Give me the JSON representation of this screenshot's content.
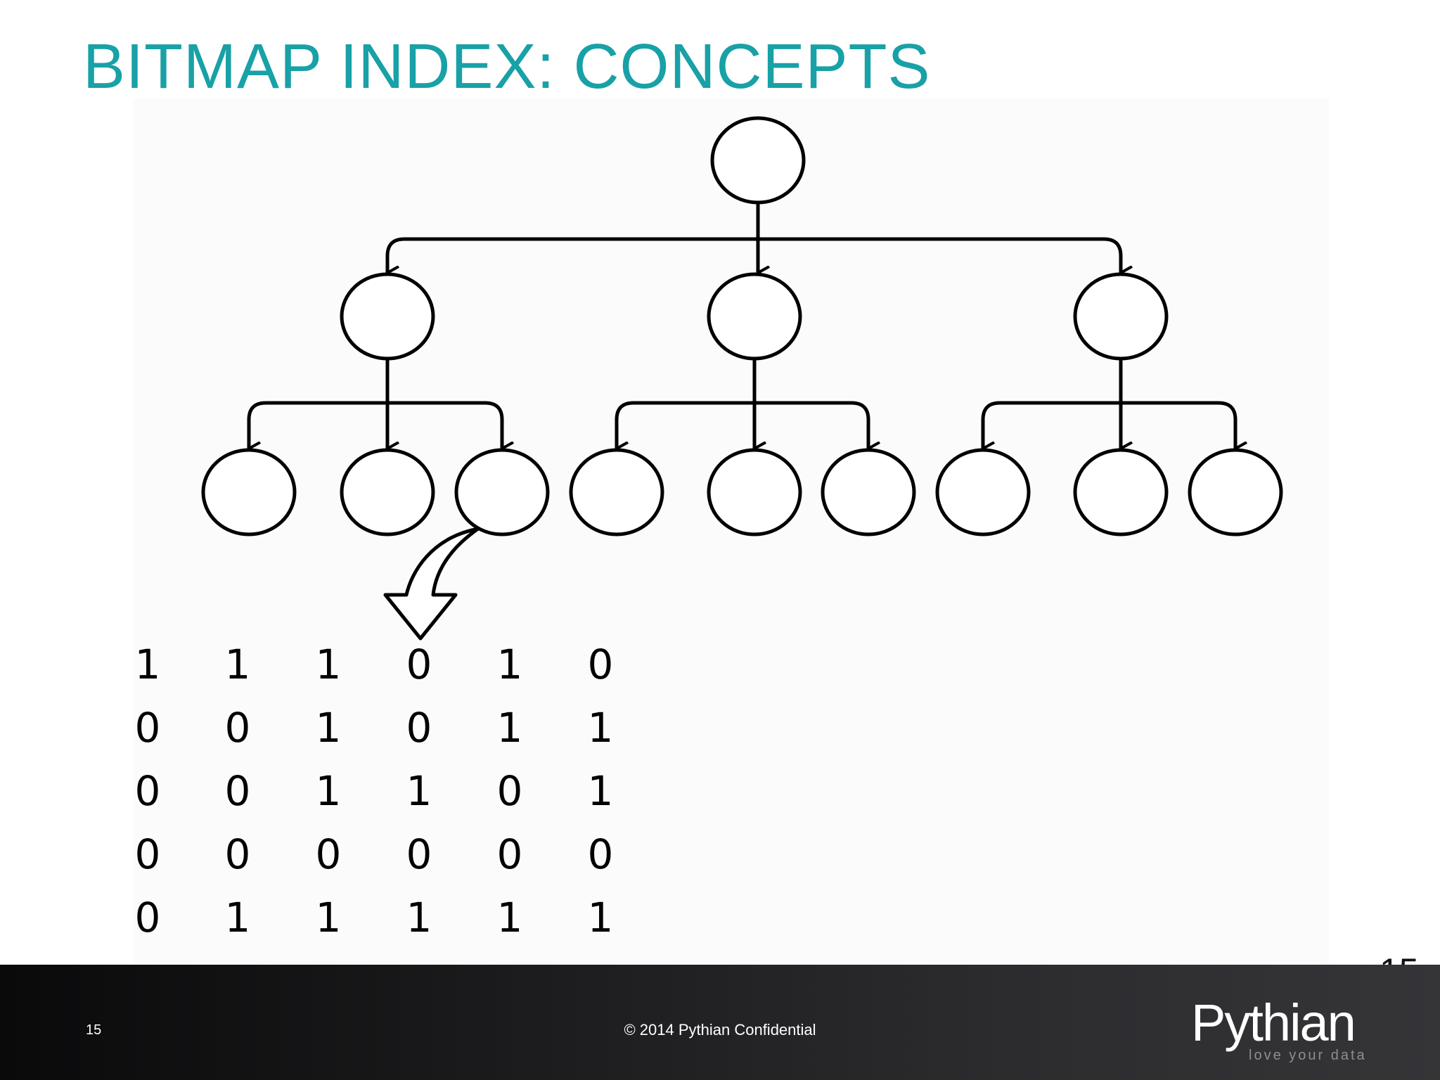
{
  "slide": {
    "title": "BITMAP INDEX: CONCEPTS",
    "slide_number": "15"
  },
  "diagram": {
    "tree_levels": [
      1,
      3,
      9
    ],
    "highlighted_leaf_index": 2,
    "bitmap": [
      [
        "1",
        "1",
        "1",
        "0",
        "1",
        "0"
      ],
      [
        "0",
        "0",
        "1",
        "0",
        "1",
        "1"
      ],
      [
        "0",
        "0",
        "1",
        "1",
        "0",
        "1"
      ],
      [
        "0",
        "0",
        "0",
        "0",
        "0",
        "0"
      ],
      [
        "0",
        "1",
        "1",
        "1",
        "1",
        "1"
      ]
    ]
  },
  "footer": {
    "page_number": "15",
    "copyright": "© 2014 Pythian Confidential",
    "logo_name": "Pythian",
    "logo_tagline": "love your data"
  },
  "colors": {
    "title": "#18a1a6",
    "footer_bg": "#1b1b1d",
    "stroke": "#000000"
  }
}
